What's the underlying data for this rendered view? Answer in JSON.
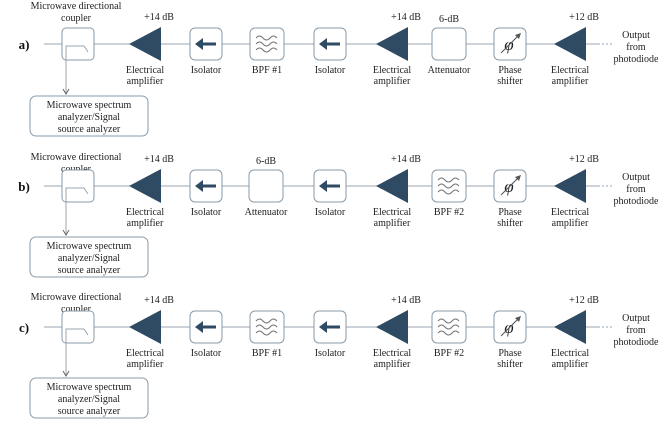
{
  "diagram": {
    "rows": [
      {
        "id": "a",
        "panel_label": "a)",
        "coupler_label": [
          "Microwave  directional",
          "coupler"
        ],
        "analyzer_label": [
          "Microwave spectrum",
          "analyzer/Signal",
          "source analyzer"
        ],
        "output_label": [
          "Output",
          "from",
          "photodiode"
        ],
        "components": [
          {
            "type": "amplifier",
            "label": [
              "Electrical",
              "amplifier"
            ],
            "gain": "+14 dB"
          },
          {
            "type": "isolator",
            "label": [
              "Isolator"
            ]
          },
          {
            "type": "bpf",
            "label": [
              "BPF #1"
            ]
          },
          {
            "type": "isolator",
            "label": [
              "Isolator"
            ]
          },
          {
            "type": "amplifier",
            "label": [
              "Electrical",
              "amplifier"
            ],
            "gain": "+14 dB"
          },
          {
            "type": "attenuator",
            "label": [
              "Attenuator"
            ],
            "gain": "6-dB"
          },
          {
            "type": "phase",
            "label": [
              "Phase",
              "shifter"
            ]
          },
          {
            "type": "amplifier",
            "label": [
              "Electrical",
              "amplifier"
            ],
            "gain": "+12 dB"
          }
        ]
      },
      {
        "id": "b",
        "panel_label": "b)",
        "coupler_label": [
          "Microwave  directional",
          "coupler"
        ],
        "analyzer_label": [
          "Microwave spectrum",
          "analyzer/Signal",
          "source analyzer"
        ],
        "output_label": [
          "Output",
          "from",
          "photodiode"
        ],
        "components": [
          {
            "type": "amplifier",
            "label": [
              "Electrical",
              "amplifier"
            ],
            "gain": "+14 dB"
          },
          {
            "type": "isolator",
            "label": [
              "Isolator"
            ]
          },
          {
            "type": "attenuator",
            "label": [
              "Attenuator"
            ],
            "gain": "6-dB"
          },
          {
            "type": "isolator",
            "label": [
              "Isolator"
            ]
          },
          {
            "type": "amplifier",
            "label": [
              "Electrical",
              "amplifier"
            ],
            "gain": "+14 dB"
          },
          {
            "type": "bpf",
            "label": [
              "BPF #2"
            ]
          },
          {
            "type": "phase",
            "label": [
              "Phase",
              "shifter"
            ]
          },
          {
            "type": "amplifier",
            "label": [
              "Electrical",
              "amplifier"
            ],
            "gain": "+12 dB"
          }
        ]
      },
      {
        "id": "c",
        "panel_label": "c)",
        "coupler_label": [
          "Microwave  directional",
          "coupler"
        ],
        "analyzer_label": [
          "Microwave spectrum",
          "analyzer/Signal",
          "source analyzer"
        ],
        "output_label": [
          "Output",
          "from",
          "photodiode"
        ],
        "components": [
          {
            "type": "amplifier",
            "label": [
              "Electrical",
              "amplifier"
            ],
            "gain": "+14 dB"
          },
          {
            "type": "isolator",
            "label": [
              "Isolator"
            ]
          },
          {
            "type": "bpf",
            "label": [
              "BPF #1"
            ]
          },
          {
            "type": "isolator",
            "label": [
              "Isolator"
            ]
          },
          {
            "type": "amplifier",
            "label": [
              "Electrical",
              "amplifier"
            ],
            "gain": "+14 dB"
          },
          {
            "type": "bpf",
            "label": [
              "BPF #2"
            ]
          },
          {
            "type": "phase",
            "label": [
              "Phase",
              "shifter"
            ]
          },
          {
            "type": "amplifier",
            "label": [
              "Electrical",
              "amplifier"
            ],
            "gain": "+12 dB"
          }
        ]
      }
    ],
    "phase_symbol": "φ",
    "colors": {
      "amplifier": "#2f4a63",
      "line": "#9aa6b2",
      "box": "#8a9aa8"
    }
  }
}
